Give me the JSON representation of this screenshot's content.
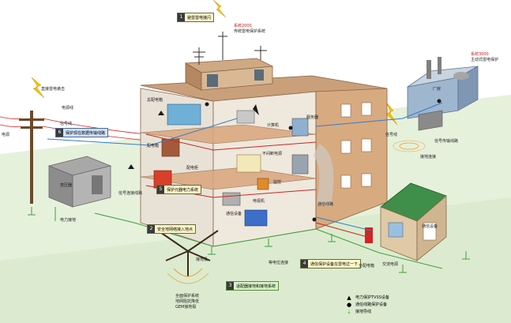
{
  "top_tag": {
    "num": "1",
    "text": "避雷雷电接闪"
  },
  "system2000": {
    "line1": "系统2000",
    "line2": "传统雷电保护系统"
  },
  "system3000": {
    "line1": "系统3000",
    "line2": "主动式雷电保护"
  },
  "lightning_left": "直接雷电袭击",
  "power_line": "电源线",
  "signal_line": "信号线",
  "left_edge": "电源",
  "tag6": {
    "num": "6",
    "text": "保护现在数据传输线路"
  },
  "tag5": {
    "num": "5",
    "text": "保护元器电力系统"
  },
  "tag2": {
    "num": "2",
    "text": "安全地网络接入地点"
  },
  "tag3": {
    "num": "3",
    "text": "适配器接地和接地系统"
  },
  "tag4": {
    "num": "4",
    "text": "通信保护设备在雷电过一下"
  },
  "transformer": "变压器",
  "power_ground": "电力接地",
  "left_signal_line": "信号连接线路",
  "room_labels": {
    "main_panel": "总配电箱",
    "switch_panel": "配电箱",
    "server": "服务器",
    "computer": "计算机",
    "dist_cabinet": "配电柜",
    "ups": "不间断电源",
    "tv": "电视机",
    "tv_camera": "监控",
    "workshop": "厂房",
    "dist_panel": "分配电箱",
    "ground_connect": "接地连接",
    "bonding": "等电位连接",
    "box_label": "通信设备"
  },
  "ground_rod": "接地极",
  "gem_text": {
    "l1": "全面保护系统",
    "l2": "地网阻抗降低",
    "l3": "GEM接地极"
  },
  "signal_cable": "信号传输线路",
  "antenna_text": "信号线",
  "telecom_line": "通信线路",
  "house": {
    "label": "通信设备",
    "meter": "交流电源"
  },
  "legend": [
    {
      "sym": "▲",
      "text": "电力保护TVSS设备"
    },
    {
      "sym": "●",
      "text": "通信线路保护设备"
    },
    {
      "sym": "⇣",
      "text": "接地导线"
    }
  ],
  "colors": {
    "wall": "#d8aa80",
    "roof": "#c9a07a",
    "ground": "#dceccf",
    "grass": "#b9d9a3",
    "red_wire": "#d12424",
    "blue_wire": "#2f7fc8",
    "green_wire": "#3f9f3f"
  }
}
